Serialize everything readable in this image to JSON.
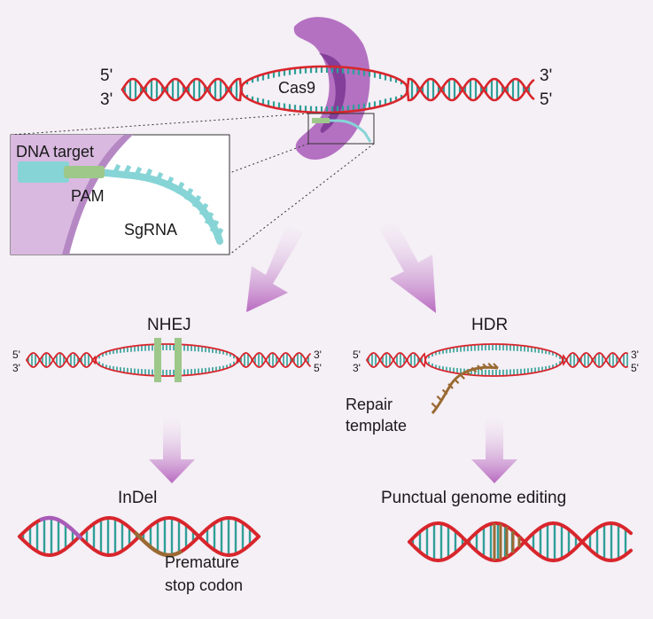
{
  "colors": {
    "background": "#f5eff6",
    "strand_red": "#d8262c",
    "rung_teal": "#2f9f98",
    "cas9_purple": "#a85bb8",
    "cas9_dark": "#7d3a96",
    "sgrna_cyan": "#86d4d6",
    "pam_green": "#9dc88a",
    "repair_brown": "#9a6a32",
    "arrow_purple": "#b86ac0"
  },
  "labels": {
    "top_5_left": "5'",
    "top_3_left": "3'",
    "top_3_right": "3'",
    "top_5_right": "5'",
    "cas9": "Cas9",
    "dna_target": "DNA target",
    "pam": "PAM",
    "sgrna": "SgRNA",
    "nhej": "NHEJ",
    "hdr": "HDR",
    "nhej_5_left": "5'",
    "nhej_3_left": "3'",
    "nhej_3_right": "3'",
    "nhej_5_right": "5'",
    "hdr_5_left": "5'",
    "hdr_3_left": "3'",
    "hdr_3_right": "3'",
    "hdr_5_right": "5'",
    "repair_template_line1": "Repair",
    "repair_template_line2": "template",
    "indel": "InDel",
    "premature_line1": "Premature",
    "premature_line2": "stop codon",
    "punctual": "Punctual genome editing"
  }
}
